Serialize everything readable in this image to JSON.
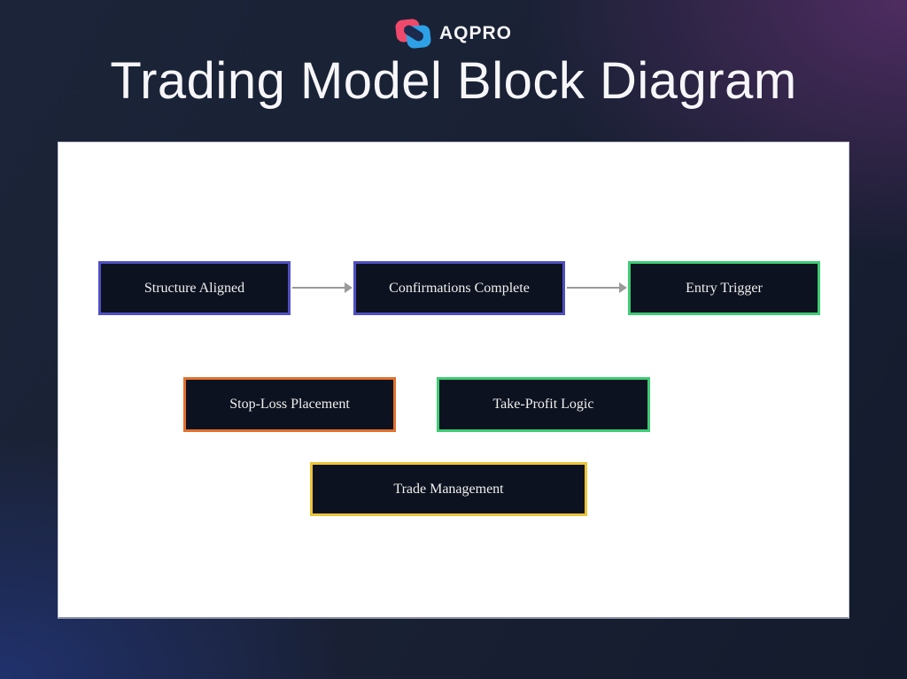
{
  "header": {
    "logo_text": "AQPRO",
    "title": "Trading Model Block Diagram"
  },
  "diagram": {
    "nodes": [
      {
        "id": "structure-aligned",
        "label": "Structure Aligned",
        "border_color": "#4f4fc2"
      },
      {
        "id": "confirmations-complete",
        "label": "Confirmations Complete",
        "border_color": "#4f4fc2"
      },
      {
        "id": "entry-trigger",
        "label": "Entry Trigger",
        "border_color": "#3ecb74"
      },
      {
        "id": "stop-loss-placement",
        "label": "Stop-Loss Placement",
        "border_color": "#e2702d"
      },
      {
        "id": "take-profit-logic",
        "label": "Take-Profit Logic",
        "border_color": "#3ecb74"
      },
      {
        "id": "trade-management",
        "label": "Trade Management",
        "border_color": "#ecc438"
      }
    ],
    "connections": [
      {
        "from": "Structure Aligned",
        "to": "Confirmations Complete"
      },
      {
        "from": "Confirmations Complete",
        "to": "Entry Trigger"
      }
    ],
    "arrow_color": "#9a9a9a"
  },
  "colors": {
    "node_fill": "#0d1220",
    "node_text": "#f0f0ee",
    "canvas_background": "#ffffff",
    "background_top_left": "#1b2438",
    "background_top_right": "#522d64",
    "background_bottom_left": "#213270",
    "background_bottom_right": "#141b2d",
    "title_text": "#f6f6f9",
    "logo_pink": "#ef4a6b",
    "logo_blue": "#2ea1e6"
  }
}
